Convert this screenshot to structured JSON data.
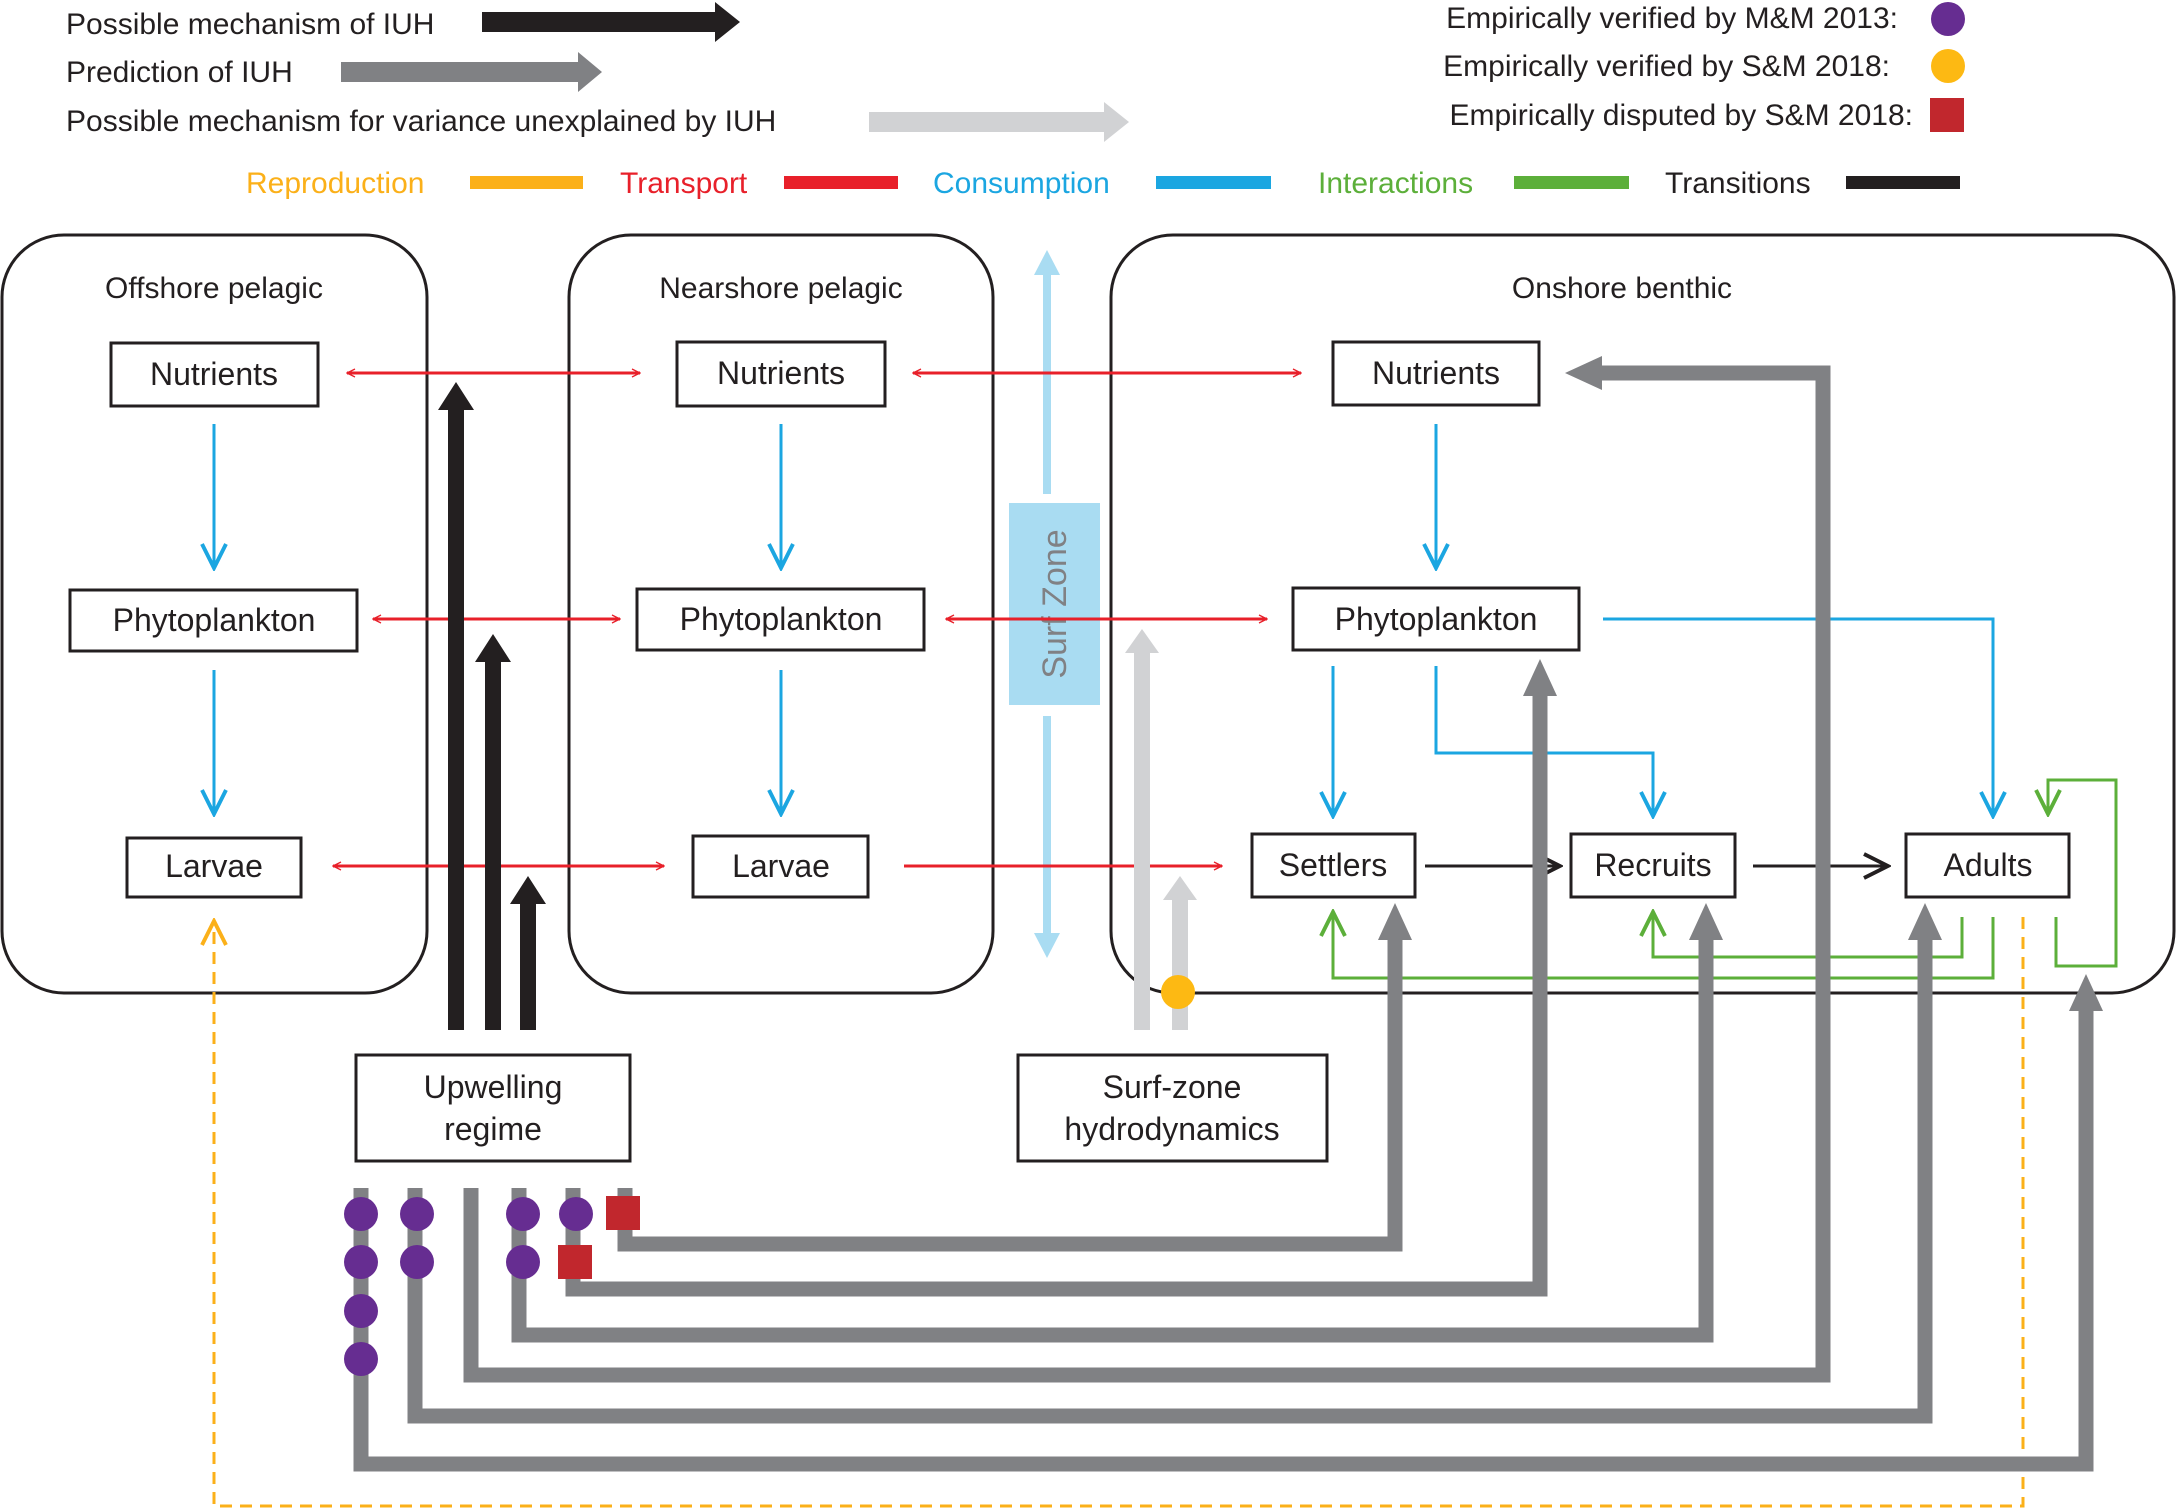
{
  "legend": {
    "arrow_types": [
      {
        "label": "Possible mechanism of IUH",
        "color": "#231f20"
      },
      {
        "label": "Prediction of IUH",
        "color": "#808184"
      },
      {
        "label": "Possible mechanism for variance unexplained by IUH",
        "color": "#d1d2d4"
      }
    ],
    "evidence": [
      {
        "label": "Empirically verified by M&M 2013:",
        "marker": "circle",
        "color": "#662d91"
      },
      {
        "label": "Empirically verified by S&M 2018:",
        "marker": "circle",
        "color": "#fdb913"
      },
      {
        "label": "Empirically disputed by S&M 2018:",
        "marker": "square",
        "color": "#c1272d"
      }
    ],
    "processes": [
      {
        "label": "Reproduction",
        "color": "#fbb019"
      },
      {
        "label": "Transport",
        "color": "#e8202a"
      },
      {
        "label": "Consumption",
        "color": "#1ba6e1"
      },
      {
        "label": "Interactions",
        "color": "#5caf3a"
      },
      {
        "label": "Transitions",
        "color": "#231f20"
      }
    ]
  },
  "regions": {
    "offshore": "Offshore pelagic",
    "nearshore": "Nearshore pelagic",
    "onshore": "Onshore benthic"
  },
  "surf_zone_label": "Surf Zone",
  "nodes": {
    "off_nutrients": "Nutrients",
    "off_phyto": "Phytoplankton",
    "off_larvae": "Larvae",
    "near_nutrients": "Nutrients",
    "near_phyto": "Phytoplankton",
    "near_larvae": "Larvae",
    "on_nutrients": "Nutrients",
    "on_phyto": "Phytoplankton",
    "settlers": "Settlers",
    "recruits": "Recruits",
    "adults": "Adults"
  },
  "drivers": {
    "upwelling": [
      "Upwelling",
      "regime"
    ],
    "surfzone": [
      "Surf-zone",
      "hydrodynamics"
    ]
  },
  "colors": {
    "black": "#231f20",
    "dark_gray": "#808184",
    "light_gray": "#d1d2d4",
    "purple": "#662d91",
    "gold": "#fdb913",
    "red_marker": "#c1272d",
    "orange": "#fbb019",
    "red": "#e8202a",
    "blue": "#1ba6e1",
    "green": "#5caf3a",
    "surf_blue": "#a9dcf2"
  }
}
